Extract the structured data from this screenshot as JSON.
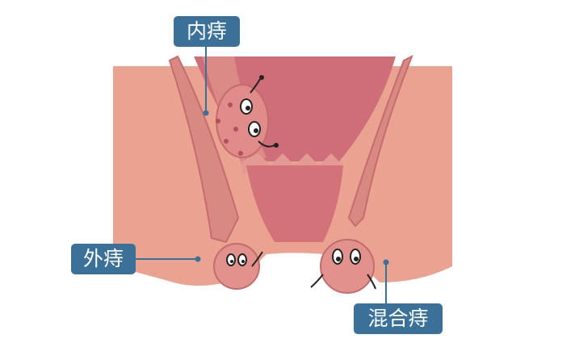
{
  "labels": {
    "internal": "内痔",
    "external": "外痔",
    "mixed": "混合痔"
  },
  "colors": {
    "label_bg": "#3b7198",
    "tissue": "#e9a090",
    "inner": "#d2737a",
    "line": "#3b7198"
  }
}
